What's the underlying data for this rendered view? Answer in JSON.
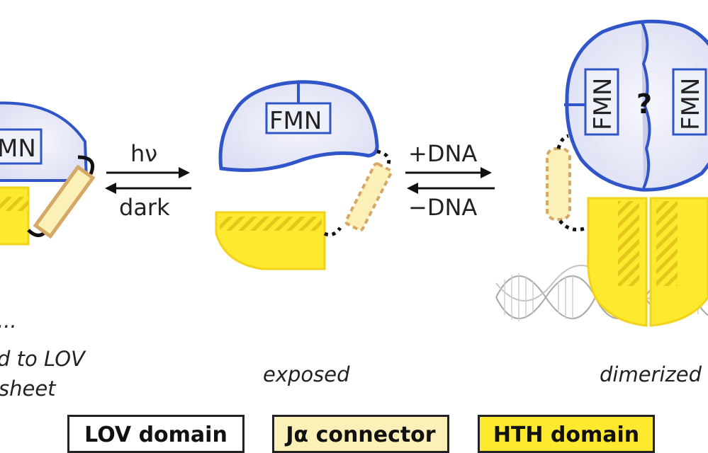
{
  "arrows": {
    "light_forward": "hν",
    "light_reverse": "dark",
    "dna_forward": "+DNA",
    "dna_reverse": "−DNA"
  },
  "states": {
    "left_line1": "d to LOV",
    "left_line2": "sheet",
    "left_ellipsis": "...",
    "middle": "exposed",
    "right": "dimerized"
  },
  "fmn_labels": {
    "left": "MN",
    "middle": "FMN",
    "right_a": "FMN",
    "right_b": "FMN",
    "question": "?"
  },
  "legend": {
    "lov": "LOV domain",
    "connector": "Jα connector",
    "hth": "HTH domain"
  },
  "colors": {
    "lov_outline": "#2f55c8",
    "lov_fill": "#e4e6f6",
    "hth_fill": "#fde92e",
    "hth_outline": "#f2d21a",
    "connector_fill": "#fbf0b8",
    "connector_outline": "#d7a865",
    "dna": "#a8a8a8"
  }
}
